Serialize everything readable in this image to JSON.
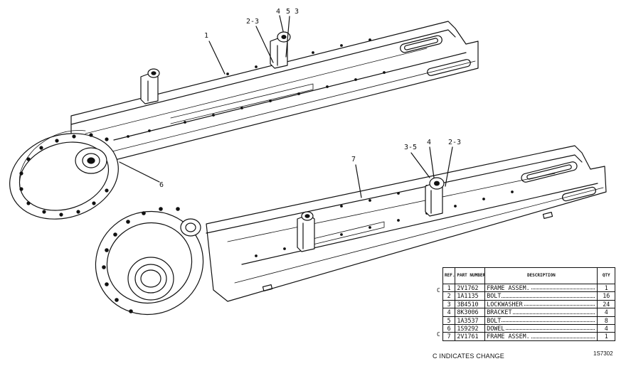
{
  "callouts": {
    "top_1": "1",
    "top_2_3": "2-3",
    "top_4": "4",
    "top_5_3": "5 3",
    "top_6": "6",
    "bottom_7": "7",
    "bottom_3_5": "3-5",
    "bottom_4": "4",
    "bottom_2_3": "2-3"
  },
  "table": {
    "headers": {
      "ref": "REF. NO.",
      "part_number": "PART NUMBER",
      "description": "DESCRIPTION",
      "qty": "QTY"
    },
    "rows": [
      {
        "change": "C",
        "ref": "1",
        "part": "2V1762",
        "desc": "FRAME ASSEM.",
        "qty": "1"
      },
      {
        "change": "",
        "ref": "2",
        "part": "1A1135",
        "desc": "BOLT",
        "qty": "16"
      },
      {
        "change": "",
        "ref": "3",
        "part": "3B4510",
        "desc": "LOCKWASHER",
        "qty": "24"
      },
      {
        "change": "",
        "ref": "4",
        "part": "8K3006",
        "desc": "BRACKET",
        "qty": "4"
      },
      {
        "change": "",
        "ref": "5",
        "part": "1A3537",
        "desc": "BOLT",
        "qty": "8"
      },
      {
        "change": "C",
        "ref": "6",
        "part": "1S9292",
        "desc": "DOWEL",
        "qty": "4"
      },
      {
        "change": "",
        "ref": "7",
        "part": "2V1761",
        "desc": "FRAME ASSEM.",
        "qty": "1"
      }
    ]
  },
  "legend": "C INDICATES CHANGE",
  "drawing_number": "1S7302"
}
